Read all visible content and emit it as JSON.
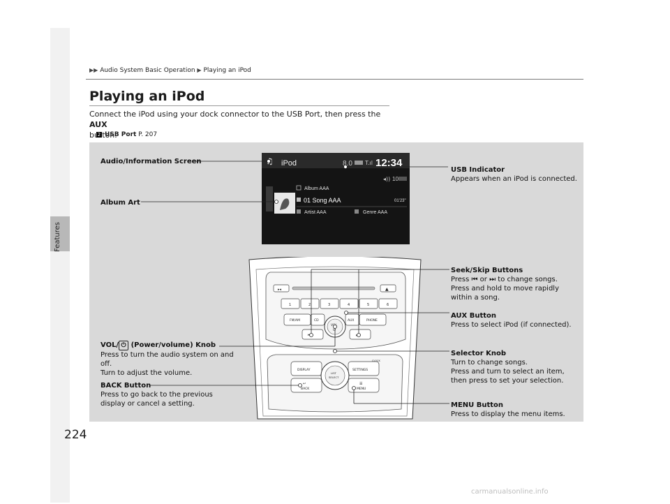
{
  "side_tab": {
    "label": "Features"
  },
  "breadcrumb": {
    "part1": "Audio System Basic Operation",
    "part2": "Playing an iPod"
  },
  "page": {
    "title": "Playing an iPod",
    "intro_text": "Connect the iPod using your dock connector to the USB Port, then press the ",
    "intro_bold": "AUX",
    "intro_end": "button.",
    "ref_icon": "2",
    "ref_label": "USB Port",
    "ref_page": " P. 207",
    "number": "224"
  },
  "screen": {
    "source": "iPod",
    "clock": "12:34",
    "channel": "8.0",
    "volume": "10",
    "album": "Album AAA",
    "song": "01 Song AAA",
    "elapsed": "01'23\"",
    "artist": "Artist AAA",
    "genre": "Genre AAA"
  },
  "console": {
    "presets": [
      "1",
      "2",
      "3",
      "4",
      "5",
      "6"
    ],
    "buttons": [
      "FM/AM",
      "CD",
      "AUX",
      "PHONE"
    ],
    "vol_label": "VOL",
    "display_label": "DISPLAY",
    "settings_label": "SETTINGS",
    "list_label": "LIST\nSELECT",
    "back_label": "BACK",
    "menu_label": "MENU",
    "clock_label": "CLOCK"
  },
  "callouts": {
    "audio_screen": "Audio/Information Screen",
    "album_art": "Album Art",
    "usb_h": "USB Indicator",
    "usb_d": "Appears when an iPod is connected.",
    "seek_h": "Seek/Skip Buttons",
    "seek_d1a": "Press ",
    "seek_d1b": " or ",
    "seek_d1c": " to change songs.",
    "seek_d2": "Press and hold to move rapidly",
    "seek_d3": "within a song.",
    "aux_h": "AUX Button",
    "aux_d": "Press to select iPod (if connected).",
    "vol_h1": "VOL/",
    "vol_h2": " (Power/volume) Knob",
    "vol_d1": "Press to turn the audio system on and",
    "vol_d2": "off.",
    "vol_d3": "Turn to adjust the volume.",
    "selector_h": "Selector Knob",
    "selector_d1": "Turn to change songs.",
    "selector_d2": "Press and turn to select an item,",
    "selector_d3": "then press to set your selection.",
    "back_h": "BACK Button",
    "back_d1": "Press to go back to the previous",
    "back_d2": "display or cancel a setting.",
    "menu_h": "MENU Button",
    "menu_d": "Press to display the menu items."
  },
  "watermark": "carmanualsonline.info"
}
